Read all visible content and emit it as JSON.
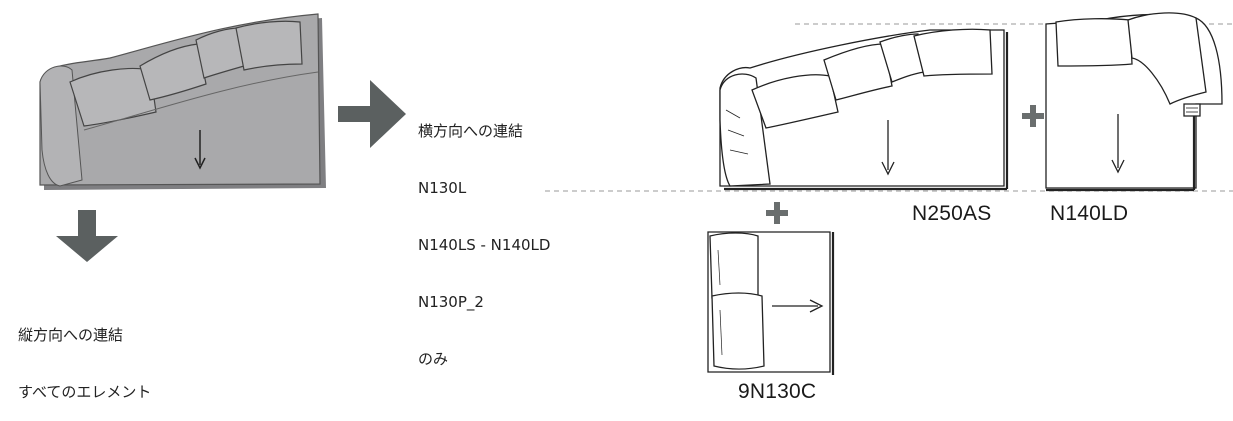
{
  "horizontal_note": {
    "heading": "横方向への連結",
    "items": [
      "N130L",
      "N140LS - N140LD",
      "N130P_2",
      "のみ"
    ]
  },
  "vertical_note": {
    "heading": "縦方向への連結",
    "detail": "すべてのエレメント"
  },
  "modules": {
    "n250as": "N250AS",
    "n140ld": "N140LD",
    "n130c": "9N130C"
  },
  "colors": {
    "sofa_fill": "#a9a9ab",
    "arrow_fill": "#5b6060",
    "plus_fill": "#6a6e6e",
    "line": "#222222"
  }
}
